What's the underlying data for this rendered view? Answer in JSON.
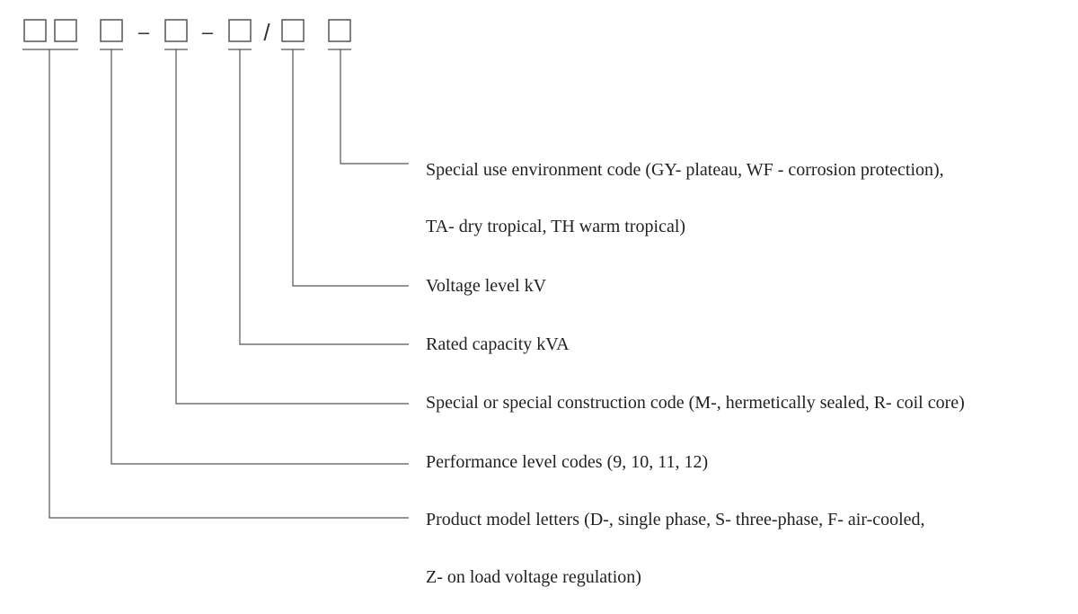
{
  "code_template": {
    "separators": [
      "–",
      "–",
      "/"
    ]
  },
  "descriptions": [
    {
      "lines": [
        "Special use environment code (GY- plateau, WF - corrosion protection),",
        "TA- dry tropical, TH warm tropical)"
      ]
    },
    {
      "lines": [
        "Voltage level kV"
      ]
    },
    {
      "lines": [
        "Rated capacity kVA"
      ]
    },
    {
      "lines": [
        "Special or special construction code (M-, hermetically sealed, R- coil core)"
      ]
    },
    {
      "lines": [
        "Performance level codes (9, 10, 11, 12)"
      ]
    },
    {
      "lines": [
        "Product model letters (D-, single phase, S- three-phase, F- air-cooled,",
        "Z- on load voltage regulation)"
      ]
    }
  ],
  "colors": {
    "line": "#555555",
    "text": "#222222"
  }
}
